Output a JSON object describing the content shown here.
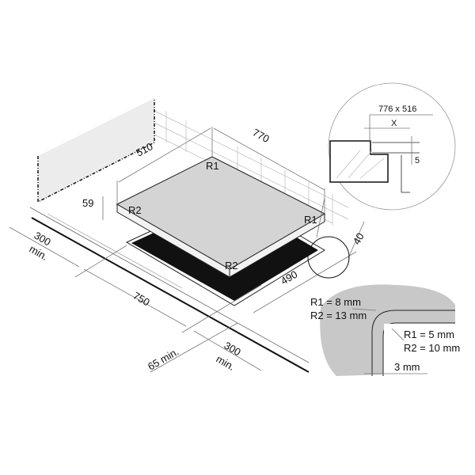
{
  "colors": {
    "hob_top": "#d4d4d4",
    "cutout": "#111111",
    "wall": "#ececec",
    "detail_bg": "#c8c8c8",
    "line": "#222222",
    "dim_line": "#777777"
  },
  "hob": {
    "width": "770",
    "depth": "510",
    "height": "59",
    "corner_back": "R1",
    "corner_right": "R1",
    "corner_left": "R2",
    "corner_front": "R2"
  },
  "cutout": {
    "width": "750",
    "depth": "490",
    "edge_offset": "40"
  },
  "clearances": {
    "left_value": "300",
    "left_suffix": "min.",
    "right_value": "300",
    "right_suffix": "min.",
    "front_value": "65 min."
  },
  "detail_section": {
    "opening": "776 x 516",
    "gap_label": "X",
    "depth_label": "5"
  },
  "detail_corner": {
    "outer_r1": "R1 = 8 mm",
    "outer_r2": "R2 = 13 mm",
    "inner_r1": "R1 = 5 mm",
    "inner_r2": "R2 = 10 mm",
    "gap": "3 mm"
  }
}
